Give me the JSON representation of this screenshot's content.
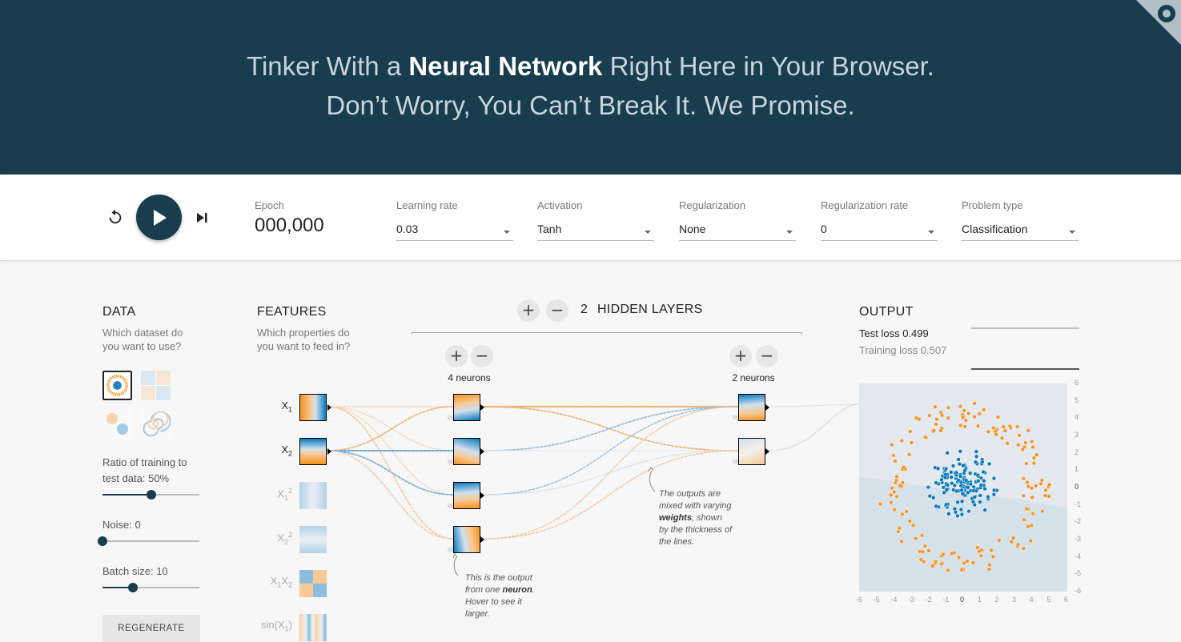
{
  "header": {
    "line1_pre": "Tinker With a ",
    "line1_bold": "Neural Network",
    "line1_post": " Right Here in Your Browser.",
    "line2": "Don’t Worry, You Can’t Break It. We Promise."
  },
  "controls": {
    "epoch_label": "Epoch",
    "epoch_value": "000,000",
    "learning_rate": {
      "label": "Learning rate",
      "value": "0.03"
    },
    "activation": {
      "label": "Activation",
      "value": "Tanh"
    },
    "regularization": {
      "label": "Regularization",
      "value": "None"
    },
    "regularization_rate": {
      "label": "Regularization rate",
      "value": "0"
    },
    "problem_type": {
      "label": "Problem type",
      "value": "Classification"
    }
  },
  "data": {
    "title": "DATA",
    "desc1": "Which dataset do",
    "desc2": "you want to use?",
    "ratio_label1": "Ratio of training to",
    "ratio_label2": "test data:  50%",
    "ratio_value": 50,
    "noise_label": "Noise:  0",
    "noise_value": 0,
    "batch_label": "Batch size:  10",
    "batch_value": 10,
    "regenerate_label": "REGENERATE"
  },
  "features": {
    "title": "FEATURES",
    "desc1": "Which properties do",
    "desc2": "you want to feed in?"
  },
  "network": {
    "hidden_layer_count": "2",
    "hidden_layers_label": "HIDDEN LAYERS",
    "layer1_neurons": "4 neurons",
    "layer2_neurons": "2 neurons",
    "add_symbol": "+",
    "remove_symbol": "−",
    "annotation_neuron": [
      "This is the output",
      "from one ",
      "neuron",
      ".",
      "Hover to see it",
      "larger."
    ],
    "annotation_weights": [
      "The outputs are",
      "mixed with varying",
      "weights",
      ", shown",
      "by the thickness of",
      "the lines."
    ]
  },
  "output": {
    "title": "OUTPUT",
    "test_loss_label": "Test loss ",
    "test_loss_value": "0.499",
    "training_loss_label": "Training loss ",
    "training_loss_value": "0.507",
    "x_ticks": [
      "-6",
      "-5",
      "-4",
      "-3",
      "-2",
      "-1",
      "0",
      "1",
      "2",
      "3",
      "4",
      "5",
      "6"
    ],
    "y_ticks": [
      "6",
      "5",
      "4",
      "3",
      "2",
      "1",
      "0",
      "-1",
      "-2",
      "-3",
      "-4",
      "-5",
      "-6"
    ]
  },
  "colors": {
    "header_bg": "#183d4e",
    "positive_blue": "#0877bd",
    "negative_orange": "#f59322"
  }
}
